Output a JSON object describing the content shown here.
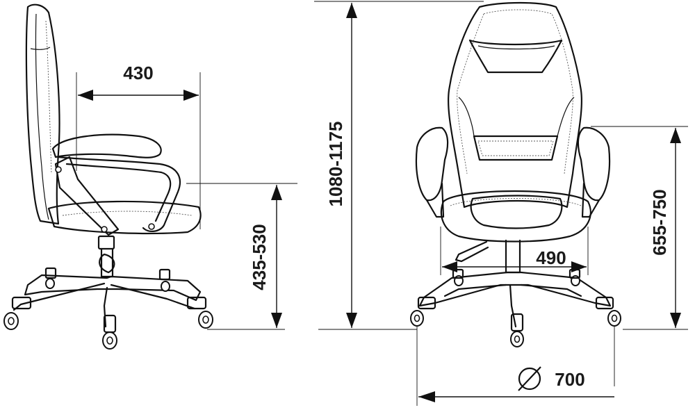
{
  "dimensions": {
    "seat_depth": "430",
    "seat_height": "435-530",
    "total_height": "1080-1175",
    "seat_width": "490",
    "armrest_height": "655-750",
    "base_diameter": "700"
  },
  "icons": {
    "diameter": "diameter-symbol-icon"
  },
  "colors": {
    "line": "#111111",
    "background": "#ffffff"
  }
}
